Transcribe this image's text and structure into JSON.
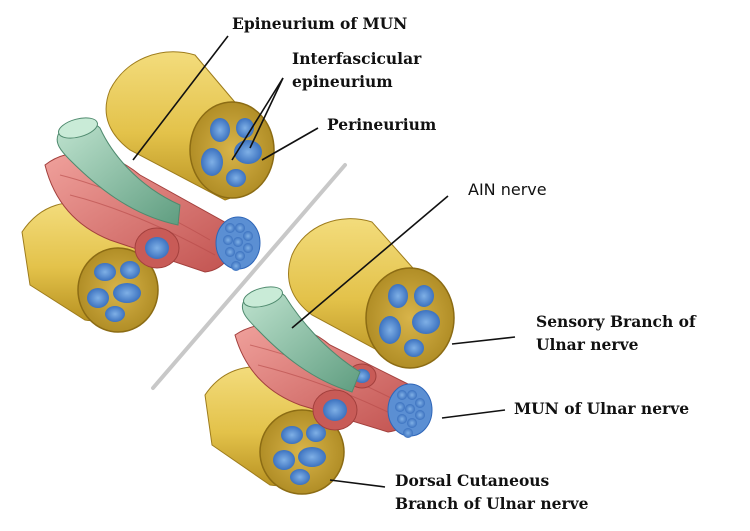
{
  "labels": {
    "epineurium_mun": "Epineurium of MUN",
    "interfascicular_line1": "Interfascicular",
    "interfascicular_line2": "epineurium",
    "perineurium": "Perineurium",
    "ain_nerve": "AIN nerve",
    "sensory_line1": "Sensory Branch of",
    "sensory_line2": "Ulnar nerve",
    "mun_ulnar": "MUN of Ulnar nerve",
    "dorsal_line1": "Dorsal Cutaneous",
    "dorsal_line2": "Branch of Ulnar nerve"
  },
  "colors": {
    "epineurium": "#e3c24a",
    "epineurium_dark": "#b89222",
    "fascicle": "#2f66b8",
    "fascicle_light": "#7fb0e6",
    "muscle": "#e88a86",
    "muscle_dark": "#c25350",
    "ain": "#9fcfb3",
    "ain_dark": "#5f9d80",
    "leader": "#111111",
    "divider": "#c8c8c8"
  }
}
